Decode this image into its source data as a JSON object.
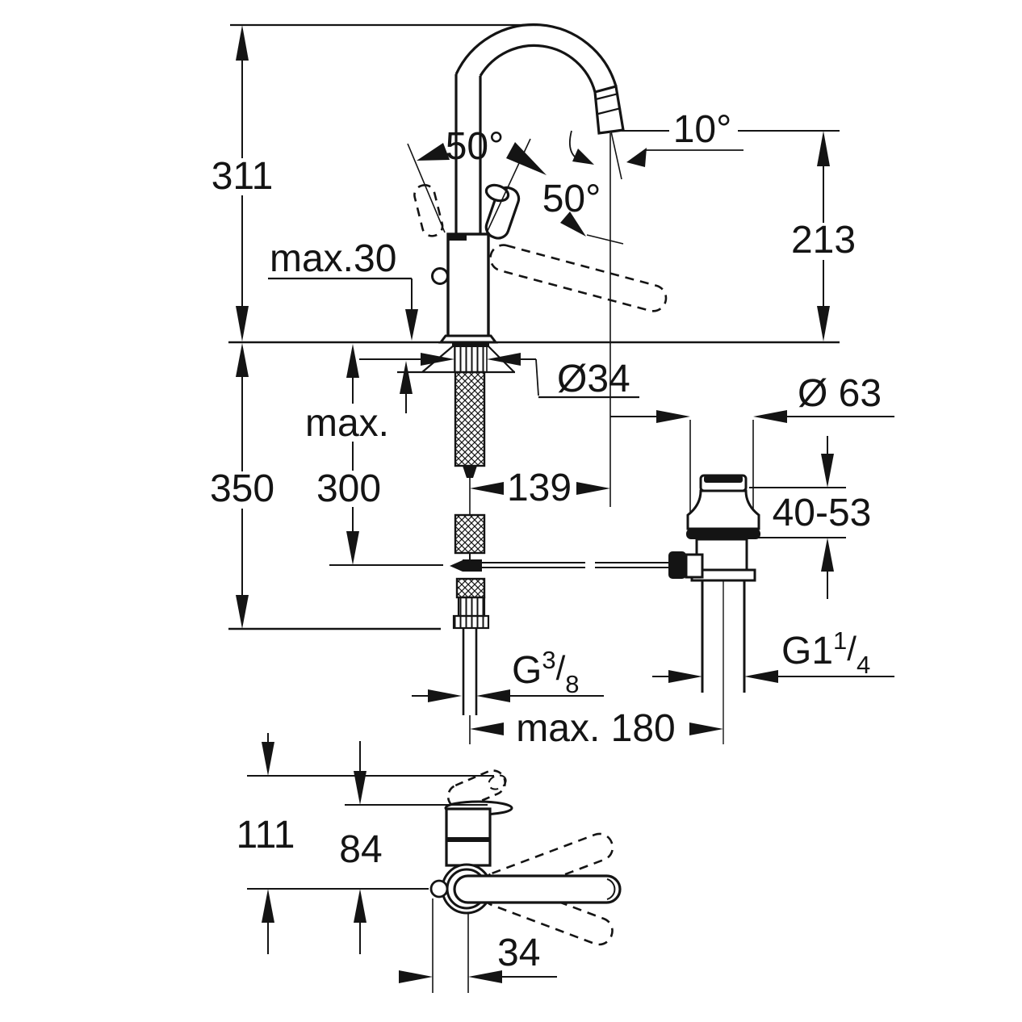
{
  "colors": {
    "ink": "#141414",
    "background": "#ffffff"
  },
  "side_view": {
    "height_overall": "311",
    "deck_max_thickness": "max.30",
    "swivel_angle_left": "50°",
    "swivel_angle_right": "50°",
    "outlet_angle": "10°",
    "outlet_height": "213"
  },
  "installation_view": {
    "shank_diameter": "Ø34",
    "spout_reach": "139",
    "total_below_height": "350",
    "hose_max_prefix": "max.",
    "hose_max_value": "300",
    "supply_thread": {
      "prefix": "G",
      "numerator": "3",
      "slash": "/",
      "denominator": "8"
    },
    "centers_distance": "max. 180"
  },
  "drain_view": {
    "flange_diameter": "Ø 63",
    "deck_thickness_range": "40-53",
    "waste_thread": {
      "prefix": "G1",
      "numerator": "1",
      "slash": "/",
      "denominator": "4"
    }
  },
  "top_view": {
    "depth_overall": "111",
    "depth_body": "84",
    "center_to_front": "34"
  }
}
